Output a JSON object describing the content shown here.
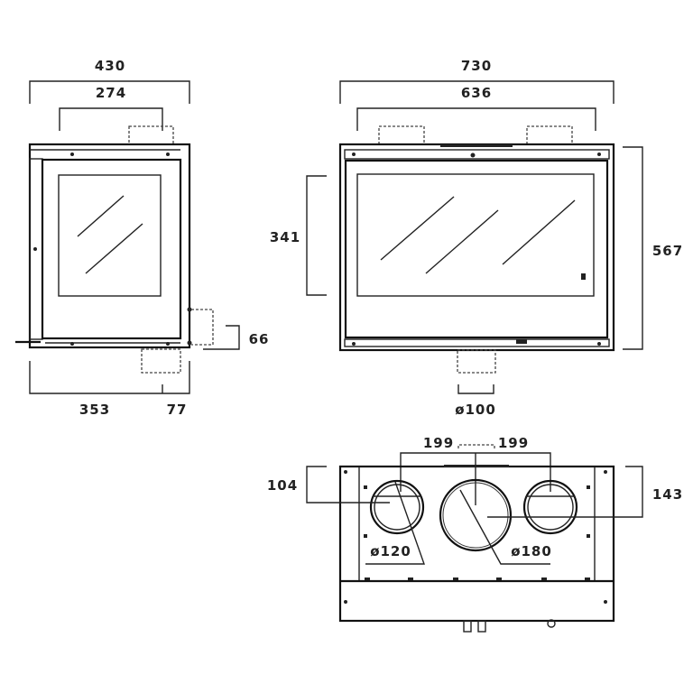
{
  "side_view": {
    "dim_total_width": "430",
    "dim_inner_width": "274",
    "dim_offset": "66",
    "dim_depth": "353",
    "dim_rear": "77"
  },
  "front_view": {
    "dim_total_width": "730",
    "dim_inner_width": "636",
    "dim_glass_height": "341",
    "dim_total_height": "567",
    "dim_duct": "ø100"
  },
  "top_view": {
    "dim_spacing_left": "199",
    "dim_spacing_right": "199",
    "dim_left_depth": "104",
    "dim_right_depth": "143",
    "dim_small_flue": "ø120",
    "dim_large_flue": "ø180"
  }
}
